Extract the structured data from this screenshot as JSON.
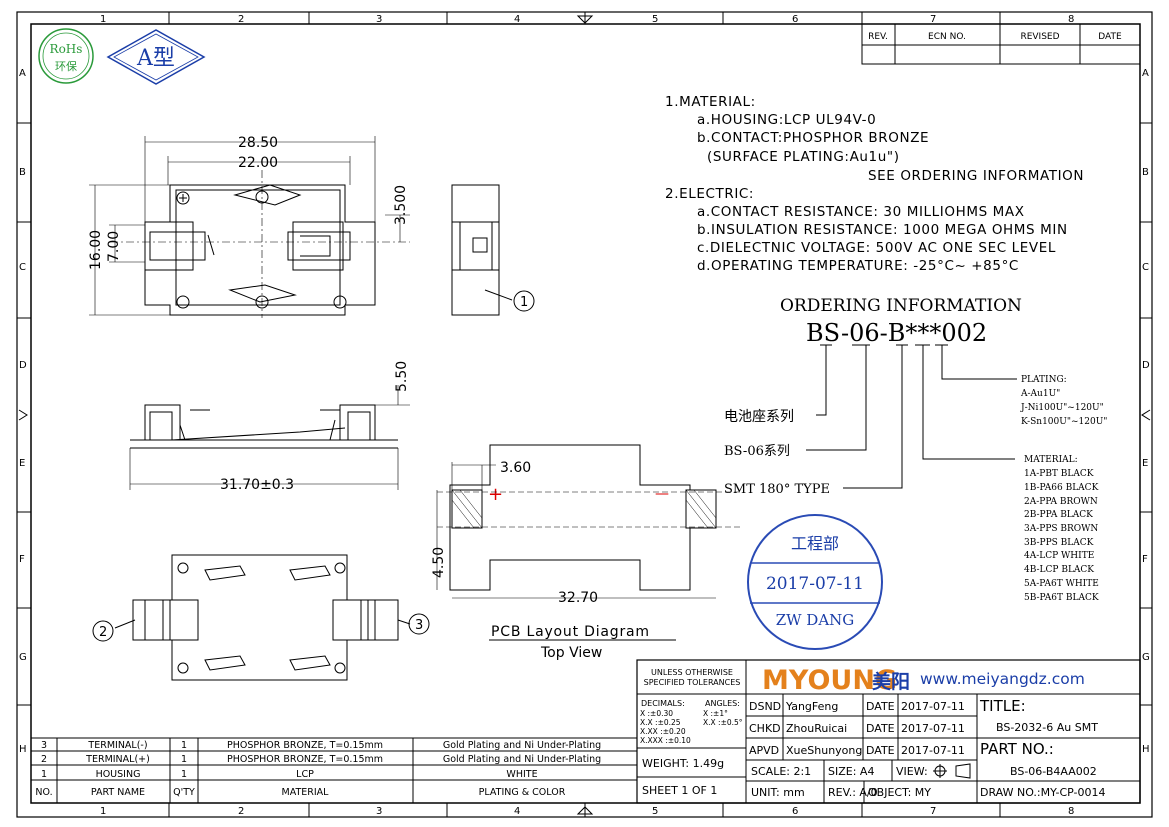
{
  "frame": {
    "cols": [
      "1",
      "2",
      "3",
      "4",
      "5",
      "6",
      "7",
      "8"
    ],
    "rows": [
      "A",
      "B",
      "C",
      "D",
      "E",
      "F",
      "G",
      "H"
    ]
  },
  "logo": {
    "rohs_line1": "RoHs",
    "rohs_line2": "环保",
    "a_type": "A型"
  },
  "revision": {
    "headers": [
      "REV.",
      "ECN NO.",
      "REVISED",
      "DATE"
    ]
  },
  "notes": [
    "1.MATERIAL:",
    "a.HOUSING:LCP UL94V-0",
    "b.CONTACT:PHOSPHOR BRONZE",
    "(SURFACE PLATING:Au1u\")",
    "SEE ORDERING INFORMATION",
    "2.ELECTRIC:",
    "a.CONTACT RESISTANCE: 30 MILLIOHMS MAX",
    "b.INSULATION RESISTANCE: 1000 MEGA OHMS MIN",
    "c.DIELECTNIC VOLTAGE: 500V AC ONE SEC LEVEL",
    "d.OPERATING TEMPERATURE: -25°C~ +85°C"
  ],
  "ordering": {
    "title": "ORDERING INFORMATION",
    "code": "BS-06-B***002",
    "label_series": "电池座系列",
    "label_bs06": "BS-06系列",
    "label_smt": "SMT 180° TYPE",
    "plating_title": "PLATING:",
    "plating": [
      "A-Au1U\"",
      "J-Ni100U\"~120U\"",
      "K-Sn100U\"~120U\""
    ],
    "material_title": "MATERIAL:",
    "material": [
      "1A-PBT BLACK",
      "1B-PA66 BLACK",
      "2A-PPA BROWN",
      "2B-PPA BLACK",
      "3A-PPS BROWN",
      "3B-PPS BLACK",
      "4A-LCP WHITE",
      "4B-LCP BLACK",
      "5A-PA6T WHITE",
      "5B-PA6T BLACK"
    ]
  },
  "dimensions": {
    "d1": "28.50",
    "d2": "22.00",
    "d3": "3.500",
    "d4": "16.00",
    "d5": "7.00",
    "d6": "5.50",
    "d7": "31.70±0.3",
    "d8": "3.60",
    "d9": "4.50",
    "d10": "32.70"
  },
  "callouts": {
    "c1": "1",
    "c2": "2",
    "c3": "3"
  },
  "pcb": {
    "title": "PCB Layout Diagram",
    "subtitle": "Top View",
    "plus": "+",
    "minus": "—"
  },
  "stamp": {
    "dept": "工程部",
    "date": "2017-07-11",
    "name": "ZW DANG"
  },
  "tolerances": {
    "header1": "UNLESS OTHERWISE",
    "header2": "SPECIFIED TOLERANCES",
    "decimals": "DECIMALS:",
    "angles": "ANGLES:",
    "rows": [
      "X     :±0.30",
      "X.X   :±0.25",
      "X.XX  :±0.20",
      "X.XXX :±0.10"
    ],
    "angle_rows": [
      "X  :±1°",
      "X.X :±0.5°"
    ],
    "weight": "WEIGHT:  1.49g",
    "sheet": "SHEET  1  OF  1"
  },
  "company": {
    "brand": "MYOUNG",
    "brand_cn": "美阳",
    "url": "www.meiyangdz.com"
  },
  "signoff": [
    {
      "role": "DSND",
      "name": "YangFeng",
      "date_label": "DATE",
      "date": "2017-07-11"
    },
    {
      "role": "CHKD",
      "name": "ZhouRuicai",
      "date_label": "DATE",
      "date": "2017-07-11"
    },
    {
      "role": "APVD",
      "name": "XueShunyong",
      "date_label": "DATE",
      "date": "2017-07-11"
    }
  ],
  "title_block": {
    "title_label": "TITLE:",
    "title": "BS-2032-6 Au SMT",
    "part_label": "PART  NO.:",
    "part": "BS-06-B4AA002",
    "scale": "SCALE:  2:1",
    "size": "SIZE:  A4",
    "view": "VIEW:",
    "unit": "UNIT:  mm",
    "rev": "REV.:  A/0",
    "object": "OBJECT:  MY",
    "draw": "DRAW NO.:MY-CP-0014"
  },
  "bom": {
    "headers": [
      "NO.",
      "PART NAME",
      "Q'TY",
      "MATERIAL",
      "PLATING & COLOR"
    ],
    "rows": [
      [
        "3",
        "TERMINAL(-)",
        "1",
        "PHOSPHOR BRONZE, T=0.15mm",
        "Gold Plating and Ni Under-Plating"
      ],
      [
        "2",
        "TERMINAL(+)",
        "1",
        "PHOSPHOR BRONZE, T=0.15mm",
        "Gold Plating and Ni Under-Plating"
      ],
      [
        "1",
        "HOUSING",
        "1",
        "LCP",
        "WHITE"
      ]
    ]
  }
}
